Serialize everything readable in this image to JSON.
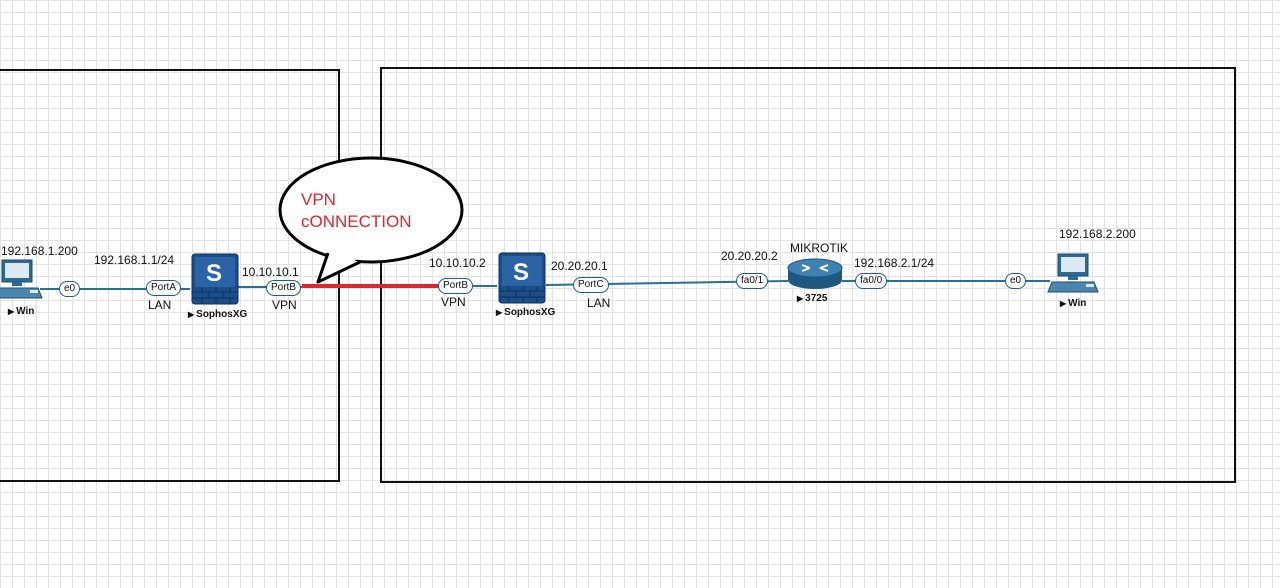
{
  "callout": {
    "line1": "VPN",
    "line2": "cONNECTION"
  },
  "left_site": {
    "pc": {
      "name": "Win",
      "ip": "192.168.1.200",
      "port": "e0"
    },
    "firewall": {
      "name": "SophosXG",
      "lan_ip": "192.168.1.1/24",
      "lan_port": "PortA",
      "lan_label": "LAN",
      "vpn_ip": "10.10.10.1",
      "vpn_port": "PortB",
      "vpn_label": "VPN"
    }
  },
  "right_site": {
    "firewall": {
      "name": "SophosXG",
      "vpn_ip": "10.10.10.2",
      "vpn_port": "PortB",
      "vpn_label": "VPN",
      "lan_ip": "20.20.20.1",
      "lan_port": "PortC",
      "lan_label": "LAN"
    },
    "router": {
      "title": "MIKROTIK",
      "name": "3725",
      "wan_ip": "20.20.20.2",
      "wan_port": "fa0/1",
      "lan_ip": "192.168.2.1/24",
      "lan_port": "fa0/0"
    },
    "pc": {
      "name": "Win",
      "ip": "192.168.2.200",
      "port": "e0"
    }
  },
  "colors": {
    "link": "#2a6e99",
    "vpn_link": "#e0262c",
    "frame": "#111111",
    "sophos_blue": "#1a4f8c",
    "router_blue": "#2f6e97"
  }
}
